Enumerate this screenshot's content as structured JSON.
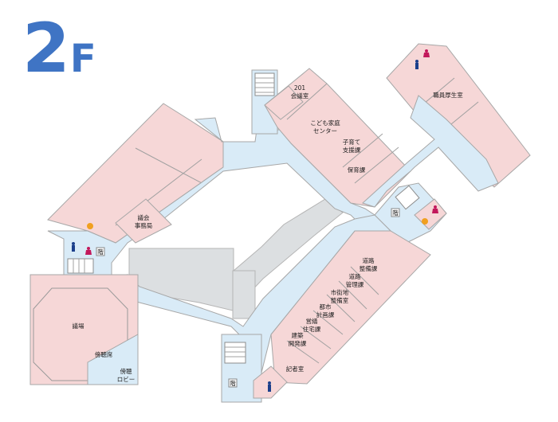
{
  "floor": {
    "number": "2",
    "unit": "F"
  },
  "rooms": {
    "council_chamber": "議場",
    "gallery": "傍聴席",
    "gallery_lobby_1": "傍聴",
    "gallery_lobby_2": "ロビー",
    "council_office_1": "議会",
    "council_office_2": "事務局",
    "conf_201_1": "201",
    "conf_201_2": "会議室",
    "kodomo_1": "こども家庭",
    "kodomo_2": "センター",
    "kosodate_1": "子育て",
    "kosodate_2": "支援課",
    "hoiku": "保育課",
    "staff_welfare": "職員厚生室",
    "road_dev_1": "道路",
    "road_dev_2": "整備課",
    "road_mgmt_1": "道路",
    "road_mgmt_2": "管理課",
    "city_dev_1": "市街地",
    "city_dev_2": "整備室",
    "city_plan_1": "都市",
    "city_plan_2": "計画課",
    "housing_1": "営繕",
    "housing_2": "住宅課",
    "building_1": "建築",
    "building_2": "開発課",
    "press_room": "記者室"
  },
  "icons": {
    "stair_symbol": "階",
    "colors": {
      "male": "#1b3f8b",
      "female": "#c2185b",
      "accessible": "#f0a020"
    }
  }
}
